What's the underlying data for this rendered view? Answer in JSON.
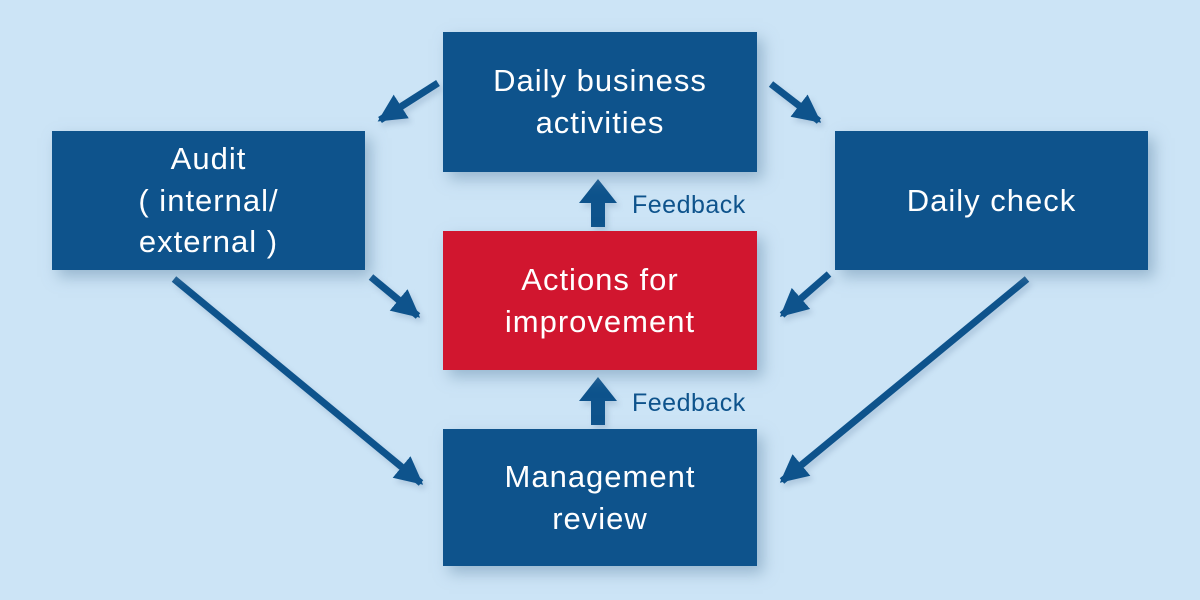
{
  "colors": {
    "background": "#CCE4F6",
    "box_blue": "#0E538C",
    "box_red": "#D1162F",
    "arrow_blue": "#0E538C",
    "label_blue": "#0E538C",
    "box_text": "#FFFFFF"
  },
  "diagram": {
    "type": "flow-diagram",
    "nodes": [
      {
        "id": "daily-business",
        "label": "Daily business\nactivities",
        "color": "blue"
      },
      {
        "id": "audit",
        "label": "Audit\n( internal/\nexternal )",
        "color": "blue"
      },
      {
        "id": "daily-check",
        "label": "Daily check",
        "color": "blue"
      },
      {
        "id": "actions-for-improvement",
        "label": "Actions for\nimprovement",
        "color": "red"
      },
      {
        "id": "management-review",
        "label": "Management\nreview",
        "color": "blue"
      }
    ],
    "connections": [
      {
        "from": "daily-business",
        "to": "audit",
        "style": "line-arrow"
      },
      {
        "from": "daily-business",
        "to": "daily-check",
        "style": "line-arrow"
      },
      {
        "from": "audit",
        "to": "actions-for-improvement",
        "style": "line-arrow"
      },
      {
        "from": "daily-check",
        "to": "actions-for-improvement",
        "style": "line-arrow"
      },
      {
        "from": "audit",
        "to": "management-review",
        "style": "line-arrow"
      },
      {
        "from": "daily-check",
        "to": "management-review",
        "style": "line-arrow"
      },
      {
        "from": "actions-for-improvement",
        "to": "daily-business",
        "style": "block-arrow",
        "label": "Feedback"
      },
      {
        "from": "management-review",
        "to": "actions-for-improvement",
        "style": "block-arrow",
        "label": "Feedback"
      }
    ]
  }
}
